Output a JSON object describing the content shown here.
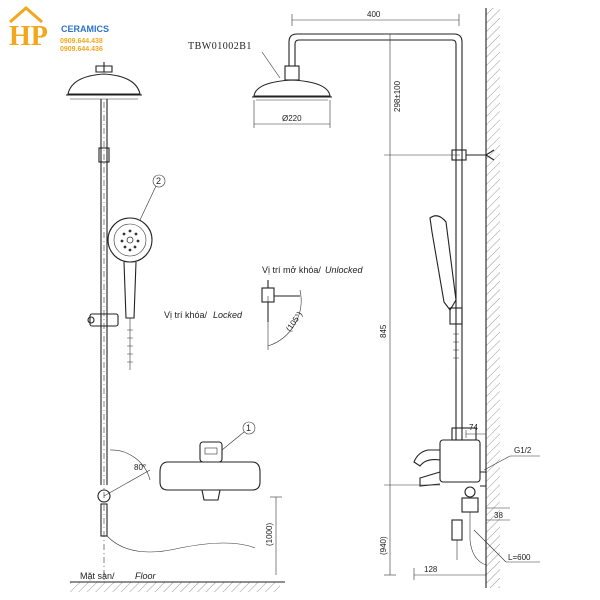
{
  "logo": {
    "brand": "HP",
    "sub": "CERAMICS",
    "phone1": "0909.644.438",
    "phone2": "0909.644.436",
    "colors": {
      "brand": "#f2a81d",
      "sub": "#2f73c9",
      "phone": "#f2a81d"
    }
  },
  "labels": {
    "model": "TBW01002B1",
    "diameter": "Ø220",
    "width_top": "400",
    "riser_adjust": "298±100",
    "height_mid": "845",
    "height_valve": "(940)",
    "height_spout": "(1000)",
    "arm_74": "74",
    "dim_38": "38",
    "dim_128": "128",
    "pipe_thread": "G1/2",
    "hose_length": "L=600",
    "angle_80": "80°",
    "angle_105": "(105°)",
    "part1": "1",
    "part2": "2",
    "unlocked": {
      "vi": "Vị trí mở khóa/",
      "en": "Unlocked"
    },
    "locked": {
      "vi": "Vị trí khóa/",
      "en": "Locked"
    },
    "floor": {
      "vi": "Mặt sàn/ ",
      "en": "Floor"
    }
  }
}
